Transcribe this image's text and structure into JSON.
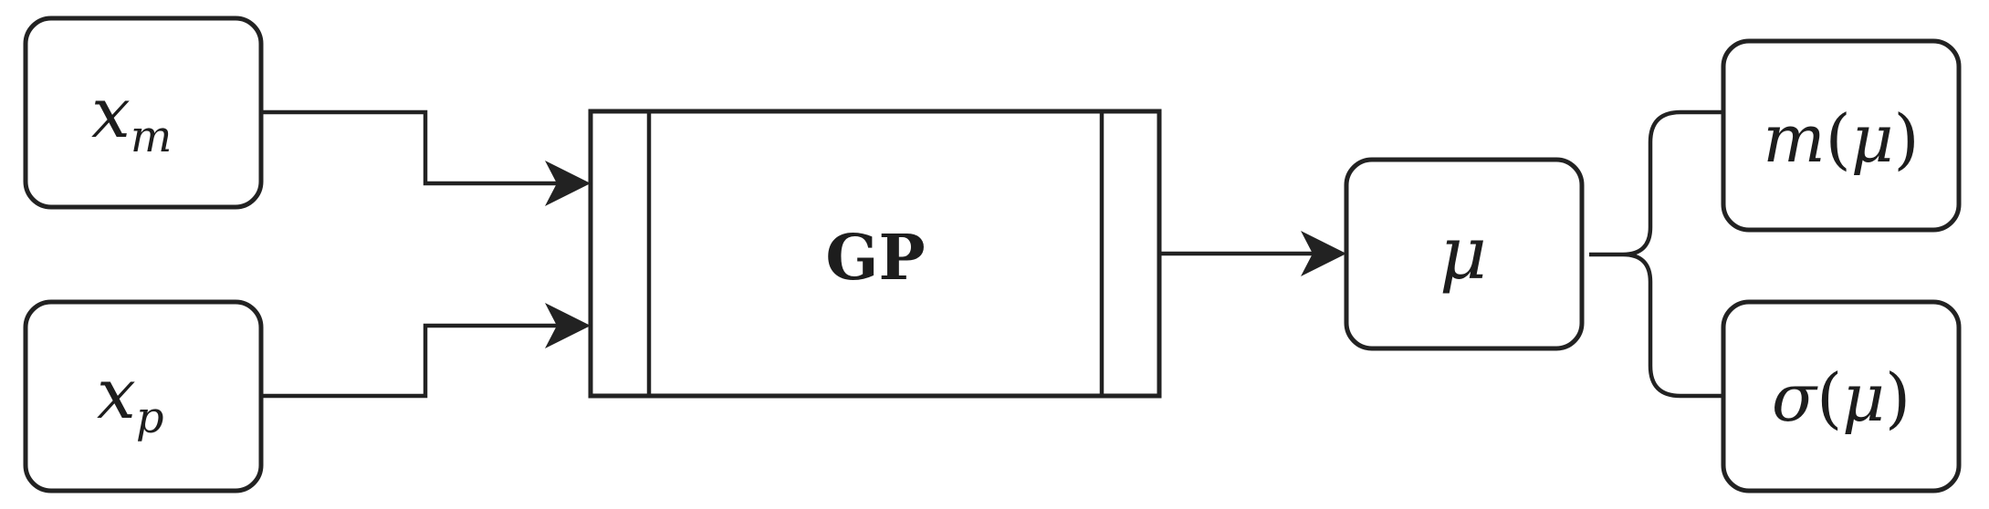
{
  "nodes": {
    "input_m": {
      "base": "x",
      "subscript": "m"
    },
    "input_p": {
      "base": "x",
      "subscript": "p"
    },
    "gp": {
      "label": "GP"
    },
    "mu": {
      "label": "μ"
    },
    "mean": {
      "func": "m",
      "open": "(",
      "arg": "μ",
      "close": ")"
    },
    "std": {
      "func": "σ",
      "open": "(",
      "arg": "μ",
      "close": ")"
    }
  },
  "colors": {
    "stroke": "#222222",
    "text": "#1d1d1d",
    "background": "#ffffff"
  }
}
